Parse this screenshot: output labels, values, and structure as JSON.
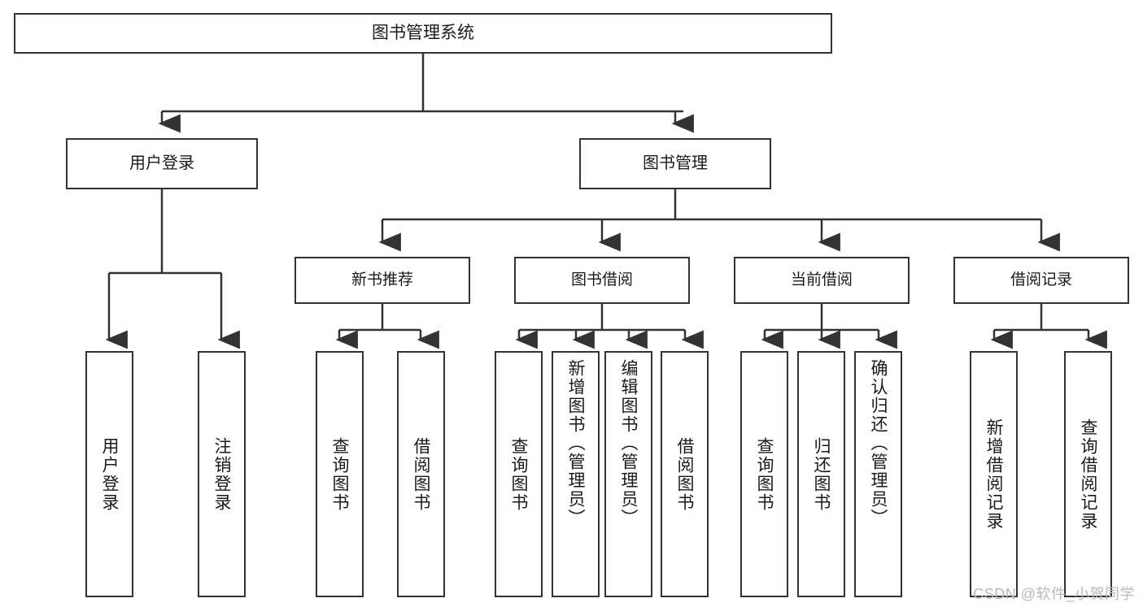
{
  "diagram": {
    "title": "图书管理系统",
    "type": "hierarchy-tree",
    "root": {
      "id": "root",
      "label": "图书管理系统"
    },
    "level2": [
      {
        "id": "user-login",
        "label": "用户登录"
      },
      {
        "id": "book-manage",
        "label": "图书管理"
      }
    ],
    "level3": [
      {
        "id": "new-book-recommend",
        "label": "新书推荐"
      },
      {
        "id": "book-borrow",
        "label": "图书借阅"
      },
      {
        "id": "current-borrow",
        "label": "当前借阅"
      },
      {
        "id": "borrow-record",
        "label": "借阅记录"
      }
    ],
    "leaves": {
      "user_login": [
        {
          "id": "leaf-user-login",
          "label": "用户登录"
        },
        {
          "id": "leaf-logout",
          "label": "注销登录"
        }
      ],
      "new_book_recommend": [
        {
          "id": "leaf-query-book-1",
          "label": "查询图书"
        },
        {
          "id": "leaf-borrow-book-1",
          "label": "借阅图书"
        }
      ],
      "book_borrow": [
        {
          "id": "leaf-query-book-2",
          "label": "查询图书"
        },
        {
          "id": "leaf-add-book",
          "label": "新增图书（管理员）"
        },
        {
          "id": "leaf-edit-book",
          "label": "编辑图书（管理员）"
        },
        {
          "id": "leaf-borrow-book-2",
          "label": "借阅图书"
        }
      ],
      "current_borrow": [
        {
          "id": "leaf-query-book-3",
          "label": "查询图书"
        },
        {
          "id": "leaf-return-book",
          "label": "归还图书"
        },
        {
          "id": "leaf-confirm-return",
          "label": "确认归还（管理员）"
        }
      ],
      "borrow_record": [
        {
          "id": "leaf-add-record",
          "label": "新增借阅记录"
        },
        {
          "id": "leaf-query-record",
          "label": "查询借阅记录"
        }
      ]
    }
  },
  "watermark": {
    "text": "CSDN @软件_小贺同学"
  },
  "colors": {
    "stroke": "#333333",
    "background": "#ffffff",
    "text": "#1a1a1a",
    "watermark": "#b8b8b8"
  }
}
